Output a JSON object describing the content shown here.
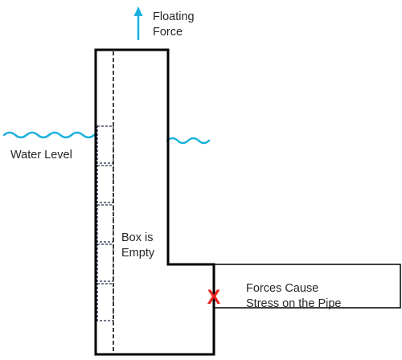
{
  "labels": {
    "floating_force": [
      "Floating",
      "Force"
    ],
    "water_level": "Water Level",
    "box_state": [
      "Box is",
      "Empty"
    ],
    "stress_note": [
      "Forces Cause",
      "Stress on the Pipe"
    ]
  },
  "symbols": {
    "stress_point": "X"
  },
  "colors": {
    "outline": "#000000",
    "arrow": "#1ab0de",
    "water": "#1ab0de",
    "stress_marker": "#e8231f",
    "text": "#262626",
    "dashed_lines": "#1f2a44"
  }
}
